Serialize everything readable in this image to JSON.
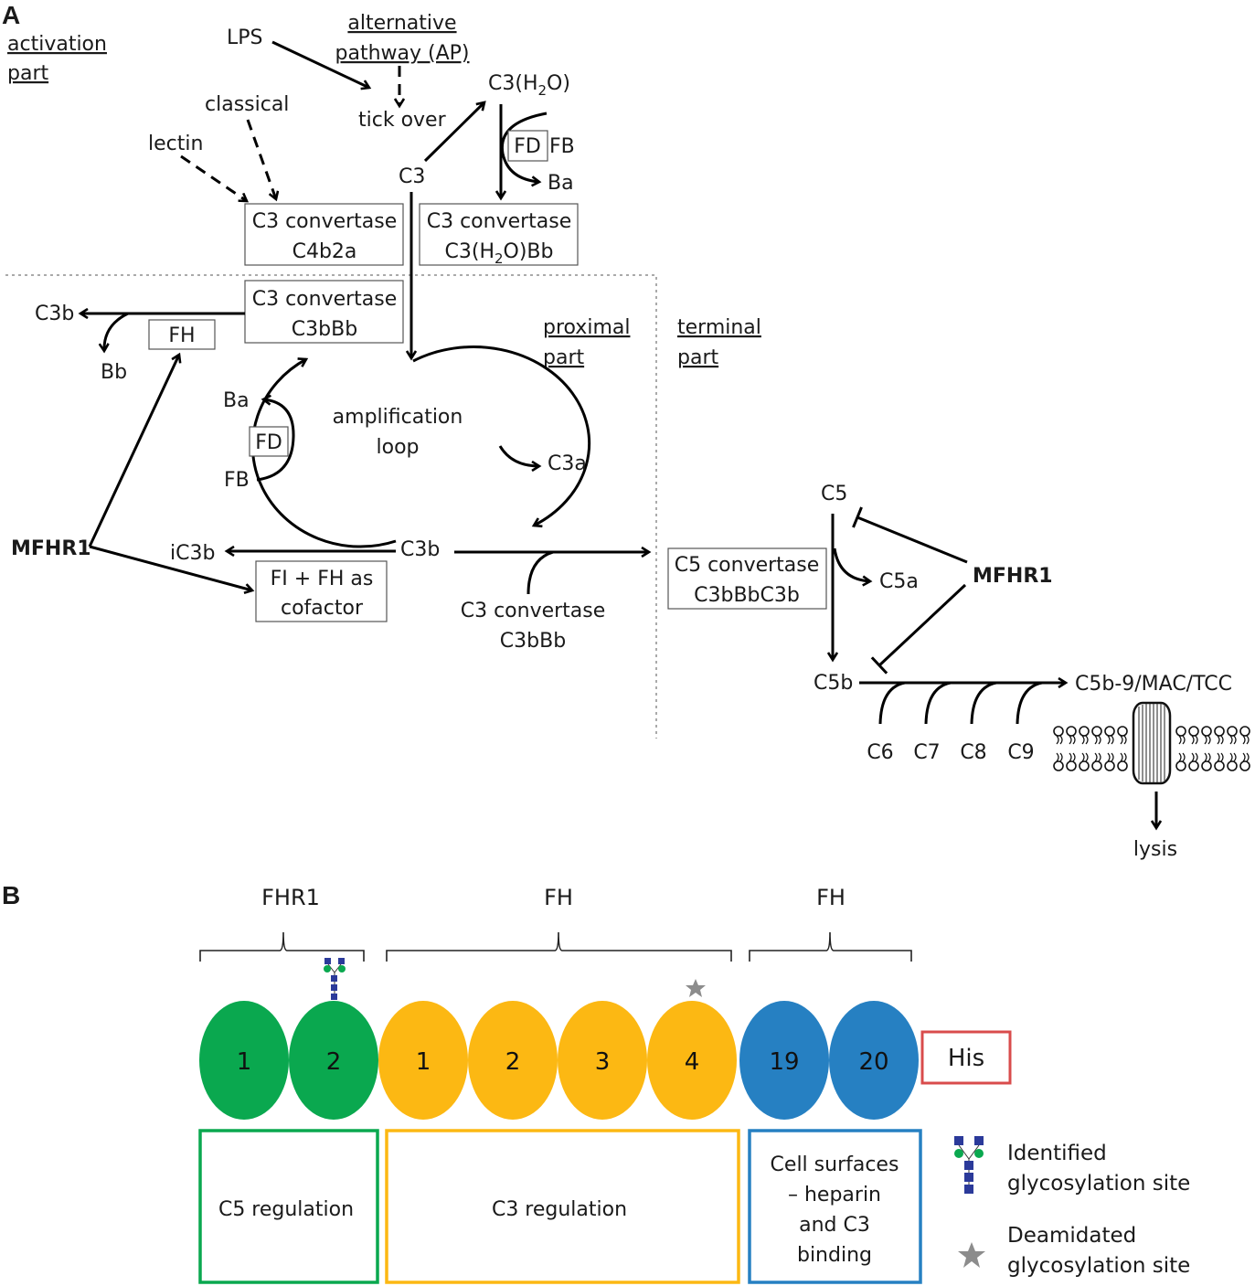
{
  "panel_a": {
    "label": "A",
    "sections": {
      "activation_line1": "activation",
      "activation_line2": "part",
      "proximal_line1": "proximal",
      "proximal_line2": "part",
      "terminal_line1": "terminal",
      "terminal_line2": "part"
    },
    "ap_line1": "alternative",
    "ap_line2": "pathway (AP)",
    "lps": "LPS",
    "classical": "classical",
    "lectin": "lectin",
    "tick_over": "tick over",
    "c3": "C3",
    "c3h2o_main": "C3(H",
    "sub2": "2",
    "c3h2o_end": "O)",
    "fd": "FD",
    "fb": "FB",
    "ba": "Ba",
    "c3_convertase": "C3 convertase",
    "c4b2a": "C4b2a",
    "c3h2obb_main": "C3(H",
    "c3h2obb_end": "O)Bb",
    "c3bbb": "C3bBb",
    "c3b": "C3b",
    "bb": "Bb",
    "fh": "FH",
    "amp_line1": "amplification",
    "amp_line2": "loop",
    "c3a": "C3a",
    "mfhr1": "MFHR1",
    "ic3b": "iC3b",
    "fi_line1": "FI + FH as",
    "fi_line2": "cofactor",
    "c5_convertase": "C5 convertase",
    "c3bbbc3b": "C3bBbC3b",
    "c5": "C5",
    "c5a": "C5a",
    "c5b": "C5b",
    "mac": "C5b-9/MAC/TCC",
    "c6": "C6",
    "c7": "C7",
    "c8": "C8",
    "c9": "C9",
    "lysis": "lysis"
  },
  "panel_b": {
    "label": "B",
    "headers": [
      "FHR1",
      "FH",
      "FH"
    ],
    "domains": [
      {
        "label": "1",
        "group": "FHR1",
        "color": "#0aa84f"
      },
      {
        "label": "2",
        "group": "FHR1",
        "color": "#0aa84f"
      },
      {
        "label": "1",
        "group": "FH",
        "color": "#fcb813"
      },
      {
        "label": "2",
        "group": "FH",
        "color": "#fcb813"
      },
      {
        "label": "3",
        "group": "FH",
        "color": "#fcb813"
      },
      {
        "label": "4",
        "group": "FH",
        "color": "#fcb813"
      },
      {
        "label": "19",
        "group": "FH",
        "color": "#2680c2"
      },
      {
        "label": "20",
        "group": "FH",
        "color": "#2680c2"
      }
    ],
    "tag": "His",
    "tag_color": "#d94c4c",
    "c5_regulation": "C5 regulation",
    "c3_regulation": "C3 regulation",
    "cell_surface": [
      "Cell surfaces",
      "– heparin",
      "and C3",
      "binding"
    ],
    "legend": {
      "glyco_line1": "Identified",
      "glyco_line2": "glycosylation site",
      "deamid_line1": "Deamidated",
      "deamid_line2": "glycosylation site"
    },
    "colors": {
      "green": "#0aa84f",
      "yellow": "#fcb813",
      "blue": "#2680c2",
      "glycan_square": "#2b3a9a",
      "glycan_circle": "#0aa84f",
      "star": "#8c8c8c"
    }
  }
}
